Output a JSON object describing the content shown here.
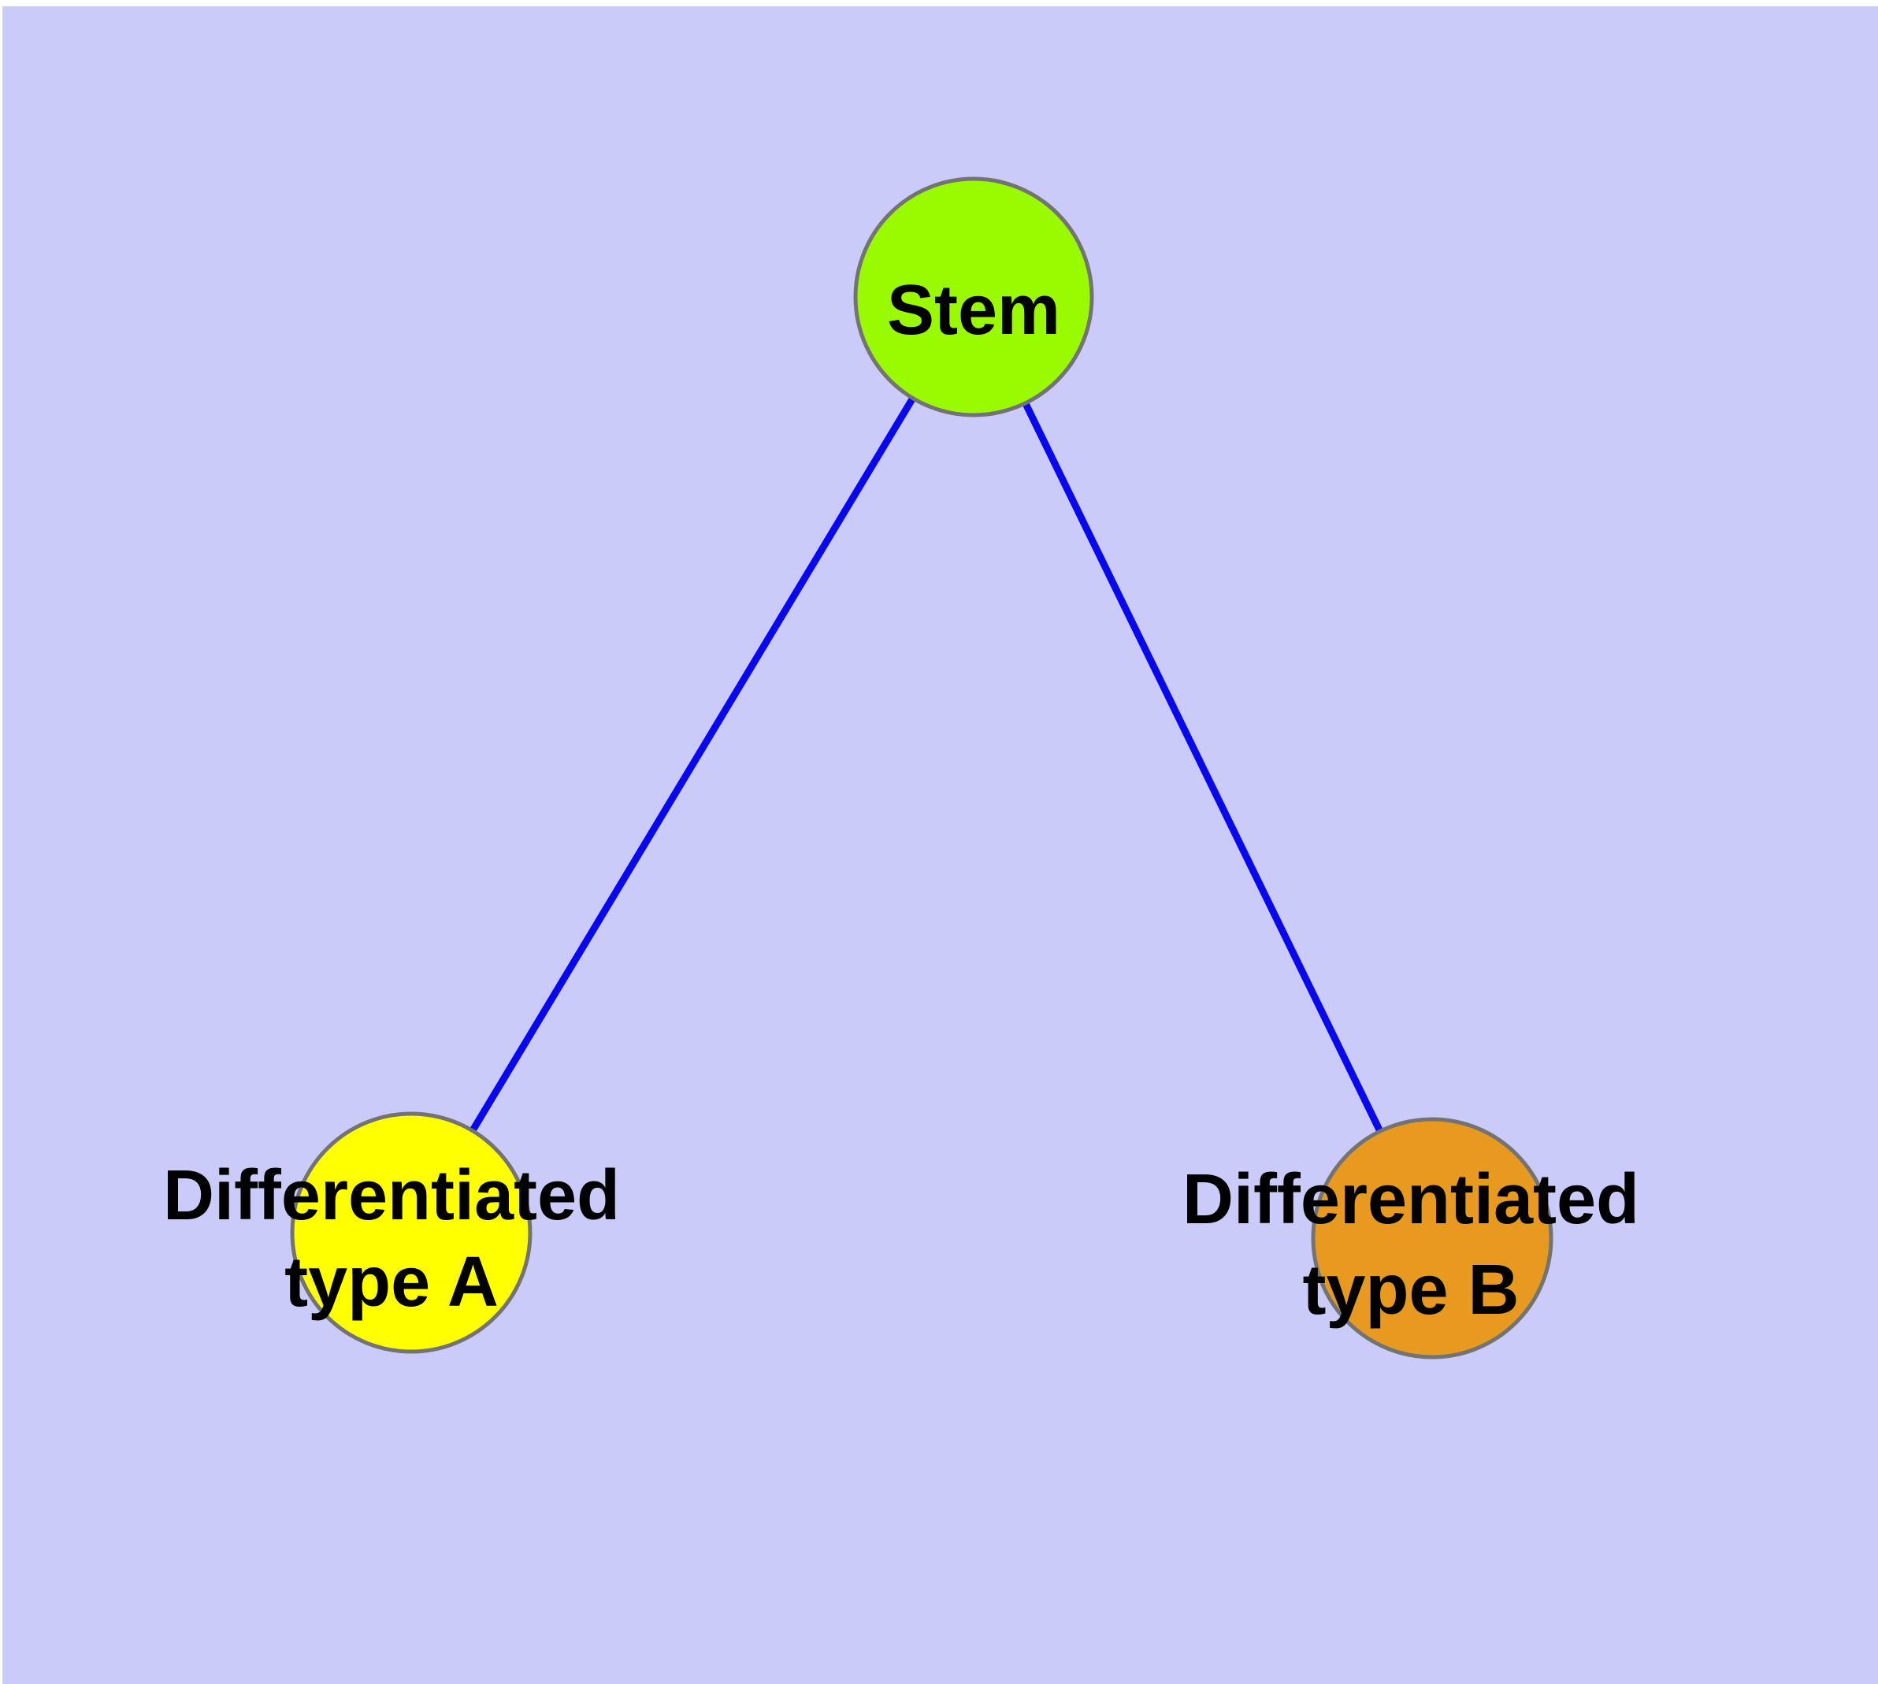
{
  "colors": {
    "page_background": "#FFFFFF",
    "canvas_background": "#CBCBFA",
    "edge_blue": "#0707F0",
    "node_border_gray": "#737373",
    "stem_fill": "#9AFB00",
    "type_a_fill": "#FFFF00",
    "type_b_fill": "#E79A1F",
    "label_color": "#000000"
  },
  "graph": {
    "nodes": [
      {
        "id": "stem",
        "label": "Stem",
        "lines": [
          "Stem"
        ],
        "fill": "#9AFB00"
      },
      {
        "id": "differentiated-type-a",
        "label": "Differentiated type A",
        "lines": [
          "Differentiated",
          "type A"
        ],
        "fill": "#FFFF00"
      },
      {
        "id": "differentiated-type-b",
        "label": "Differentiated type B",
        "lines": [
          "Differentiated",
          "type B"
        ],
        "fill": "#E79A1F"
      }
    ],
    "edges": [
      {
        "from": "Stem",
        "to": "Differentiated type A"
      },
      {
        "from": "Stem",
        "to": "Differentiated type B"
      }
    ]
  }
}
